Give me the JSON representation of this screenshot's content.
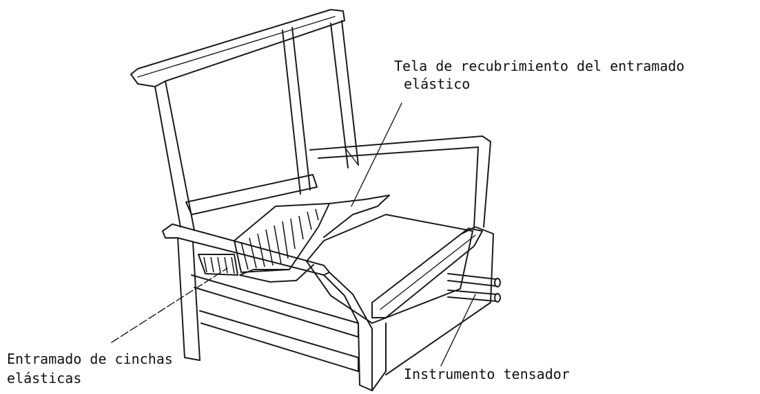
{
  "labels": {
    "fabric_line1": "Tela de recubrimiento del entramado",
    "fabric_line2": "elástico",
    "webbing_line1": "Entramado de cinchas",
    "webbing_line2": "elásticas",
    "tensioner": "Instrumento tensador"
  },
  "colors": {
    "ink": "#1a1a1a",
    "background": "#ffffff"
  }
}
